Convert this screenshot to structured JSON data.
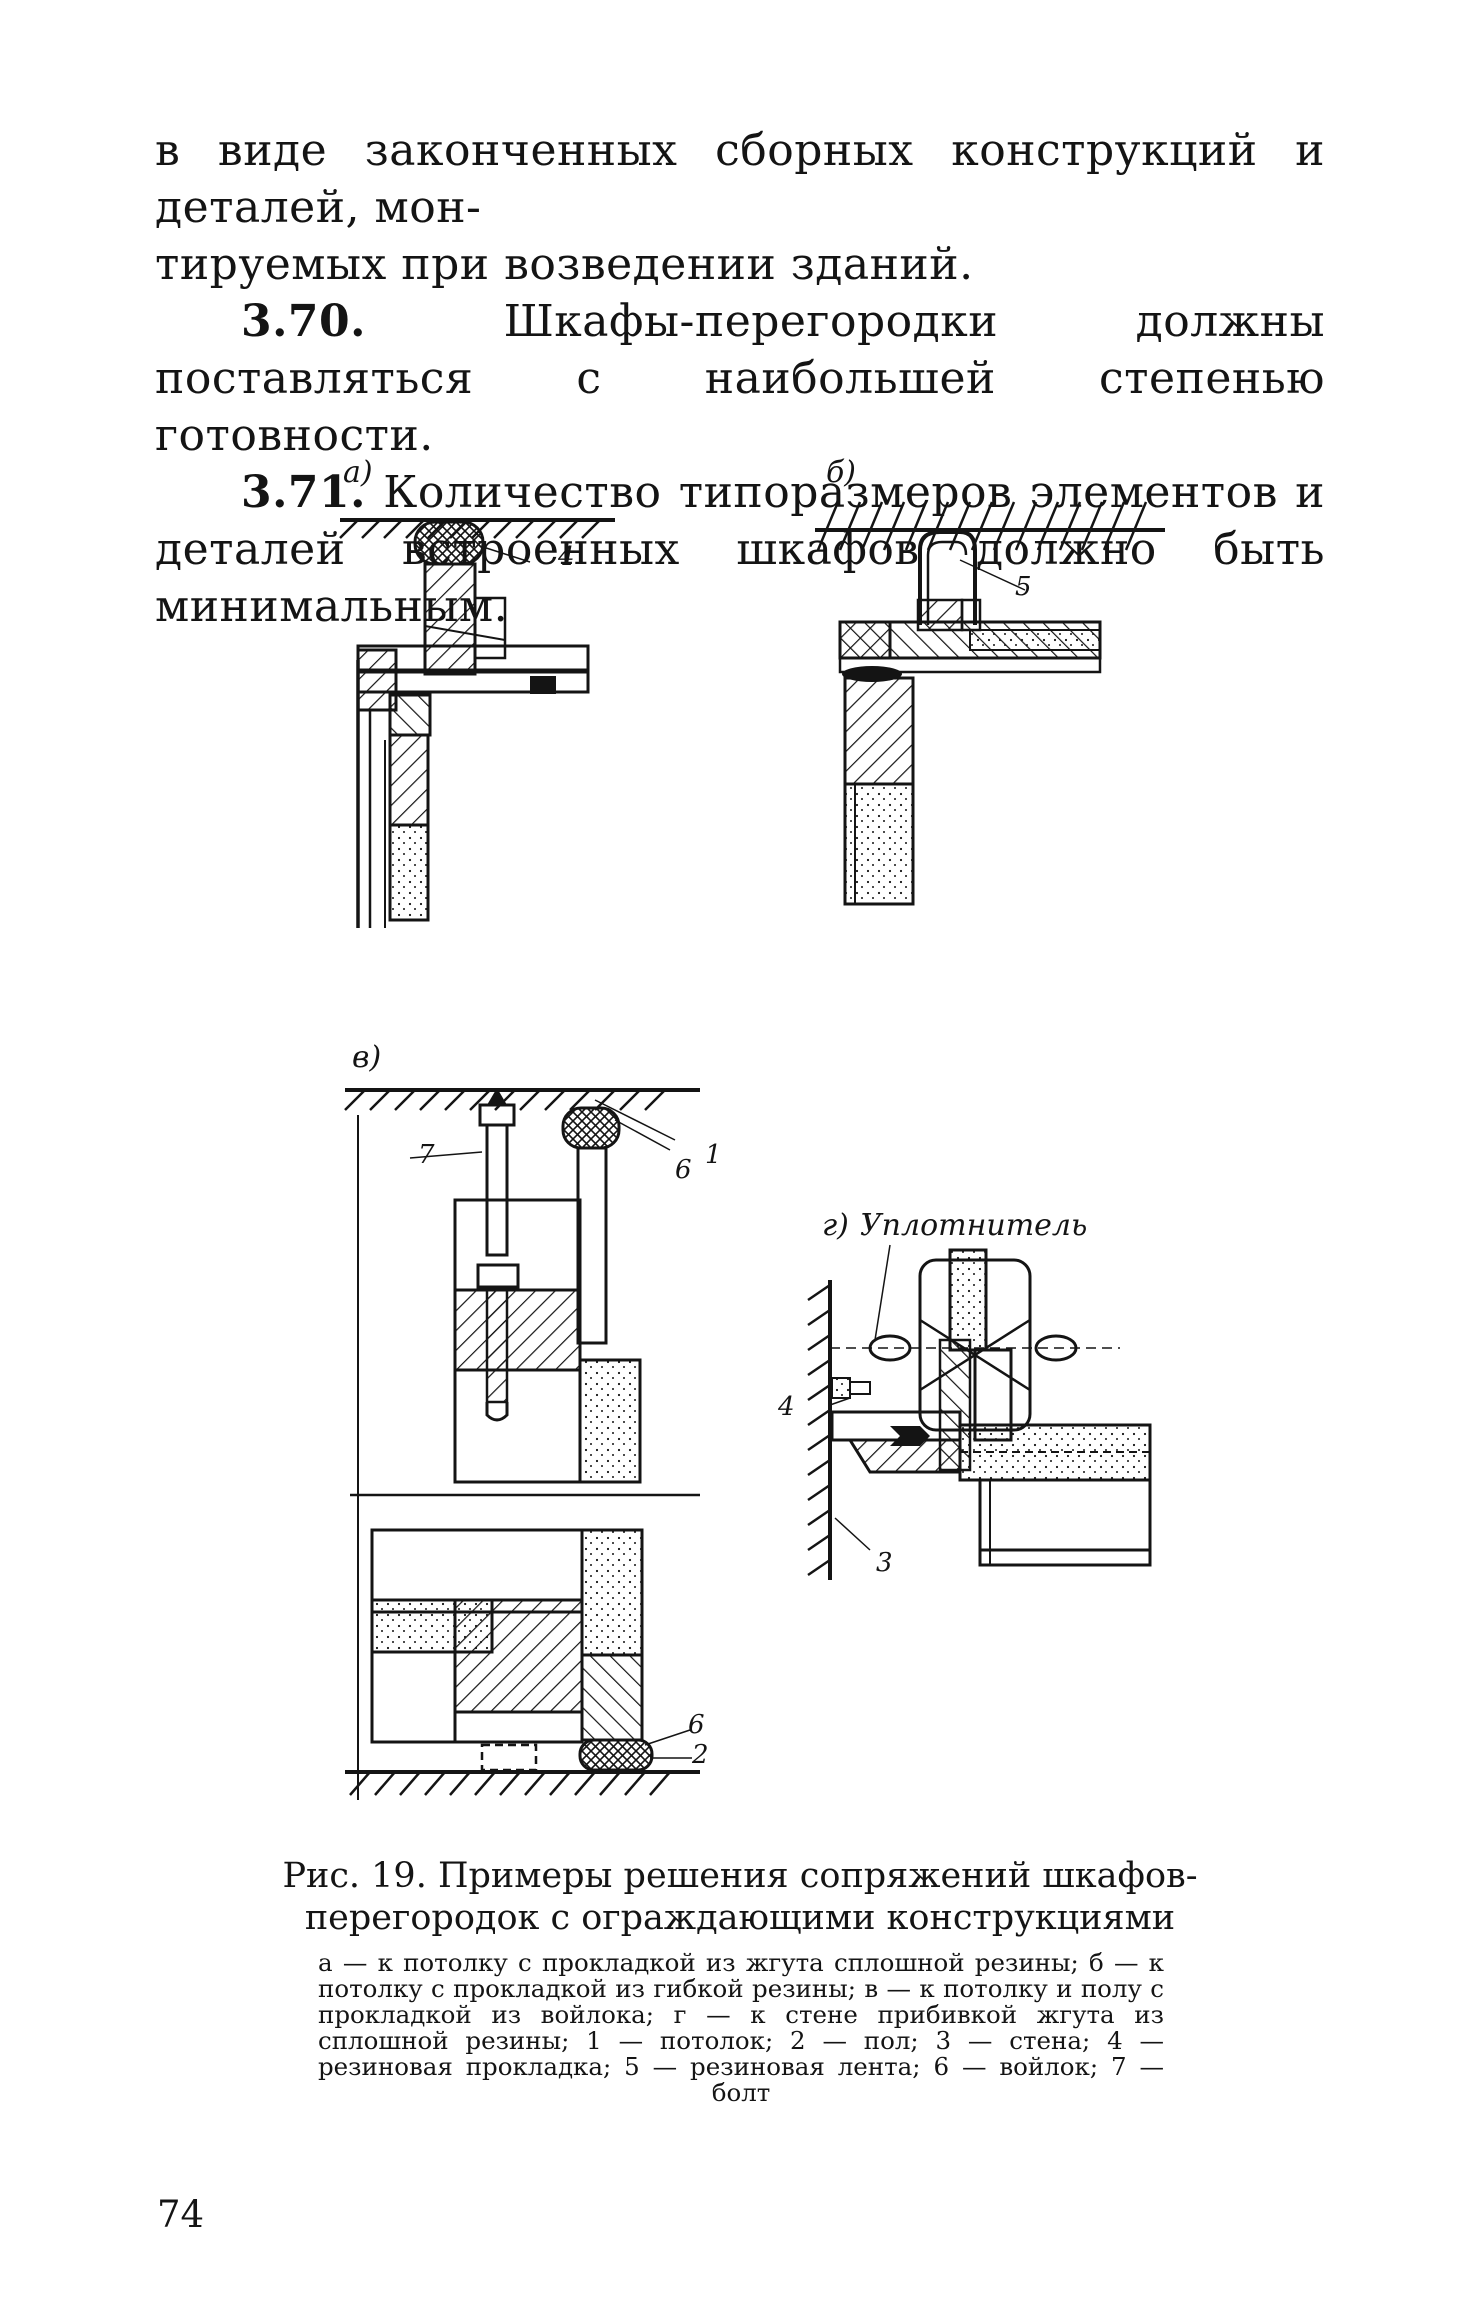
{
  "body_text": {
    "line1": "в виде законченных сборных конструкций и деталей, мон-",
    "line2": "тируемых при возведении зданий.",
    "p370_num": "3.70.",
    "p370_text": "Шкафы-перегородки должны поставляться с наибольшей степенью готовности.",
    "p371_num": "3.71.",
    "p371_text": "Количество типоразмеров элементов и деталей встроенных шкафов должно быть минимальным."
  },
  "figure": {
    "panel_a_label": "а)",
    "panel_b_label": "б)",
    "panel_v_label": "в)",
    "panel_g_label": "г)",
    "panel_g_sealant": "Уплотнитель",
    "callouts": {
      "a_4": "4",
      "b_5": "5",
      "v_7": "7",
      "v_6_top": "6",
      "v_1": "1",
      "v_6_bottom": "6",
      "v_2": "2",
      "g_4": "4",
      "g_3": "3"
    }
  },
  "caption": {
    "title_line1": "Рис. 19. Примеры решения сопряжений шкафов-",
    "title_line2": "перегородок с ограждающими конструкциями",
    "legend": "а — к потолку с прокладкой из жгута сплошной резины; б — к потолку с прокладкой из гибкой резины; в — к потолку и полу с прокладкой из войлока; г — к стене прибивкой жгута из сплошной резины; 1 — потолок; 2 — пол; 3 — стена; 4 — резиновая прокладка; 5 — резиновая лента; 6 — войлок; 7 — болт"
  },
  "page_number": "74"
}
